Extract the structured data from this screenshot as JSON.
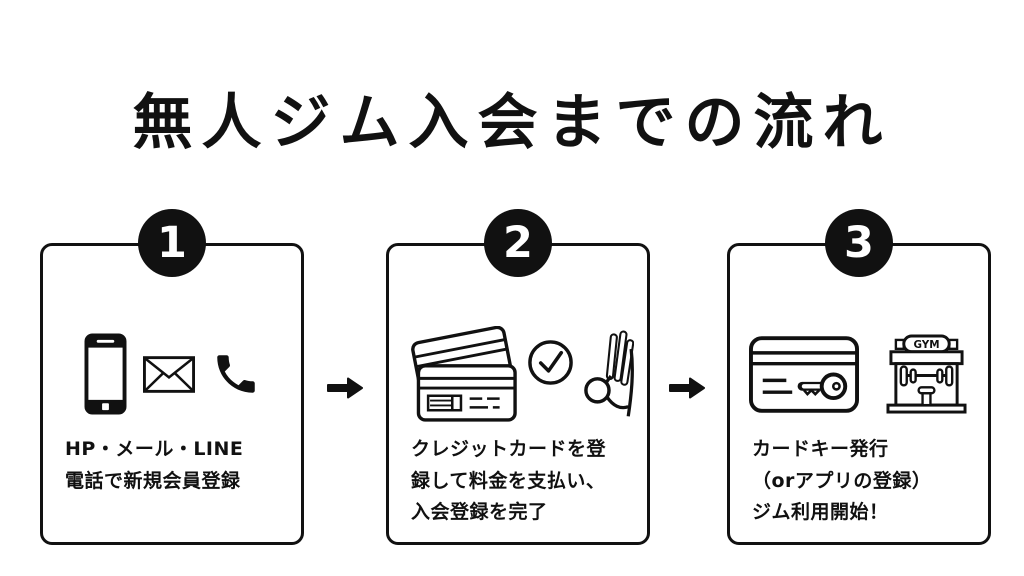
{
  "title": "無人ジム入会までの流れ",
  "colors": {
    "ink": "#111111",
    "background": "#ffffff"
  },
  "steps": [
    {
      "number": "1",
      "icons": [
        "smartphone-icon",
        "envelope-icon",
        "phone-handset-icon"
      ],
      "lines": [
        "HP・メール・LINE",
        "電話で新規会員登録"
      ]
    },
    {
      "number": "2",
      "icons": [
        "credit-cards-icon",
        "check-circle-icon",
        "ok-hand-icon"
      ],
      "lines": [
        "クレジットカードを登",
        "録して料金を支払い、",
        "入会登録を完了"
      ]
    },
    {
      "number": "3",
      "icons": [
        "card-key-icon",
        "gym-building-icon"
      ],
      "lines": [
        "カードキー発行",
        "（orアプリの登録）",
        "ジム利用開始！"
      ],
      "gym_sign": "GYM"
    }
  ]
}
